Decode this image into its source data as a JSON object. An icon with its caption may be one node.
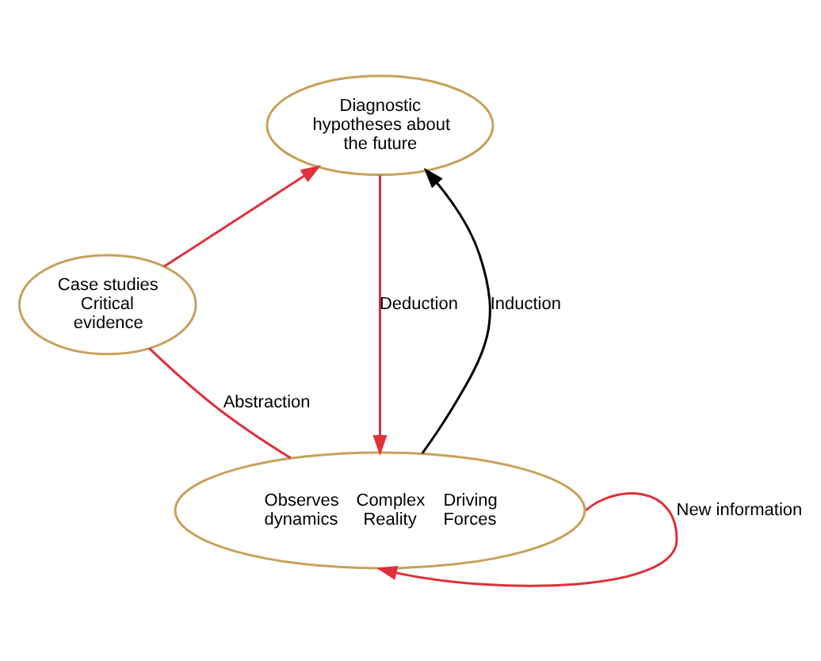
{
  "diagram": {
    "nodes": [
      {
        "text": [
          "Diagnostic hypotheses about the future"
        ]
      },
      {
        "text": [
          "Case studies Critical evidence"
        ]
      },
      {
        "text": [
          "Observes dynamics",
          "Complex Reality",
          "Driving Forces"
        ]
      }
    ],
    "edges": [
      {
        "from": 2,
        "to": 1,
        "arrow": "none",
        "label": "Abstraction"
      },
      {
        "from": 1,
        "to": 0,
        "arrow": "to"
      },
      {
        "from": 0,
        "to": 2,
        "arrow": "to",
        "label": "Deduction"
      },
      {
        "from": 2,
        "to": 0,
        "arrow": "to",
        "label": "Induction",
        "color": "#000000"
      },
      {
        "from": 2,
        "to": 2,
        "arrow": "to",
        "label": "New information"
      }
    ]
  }
}
